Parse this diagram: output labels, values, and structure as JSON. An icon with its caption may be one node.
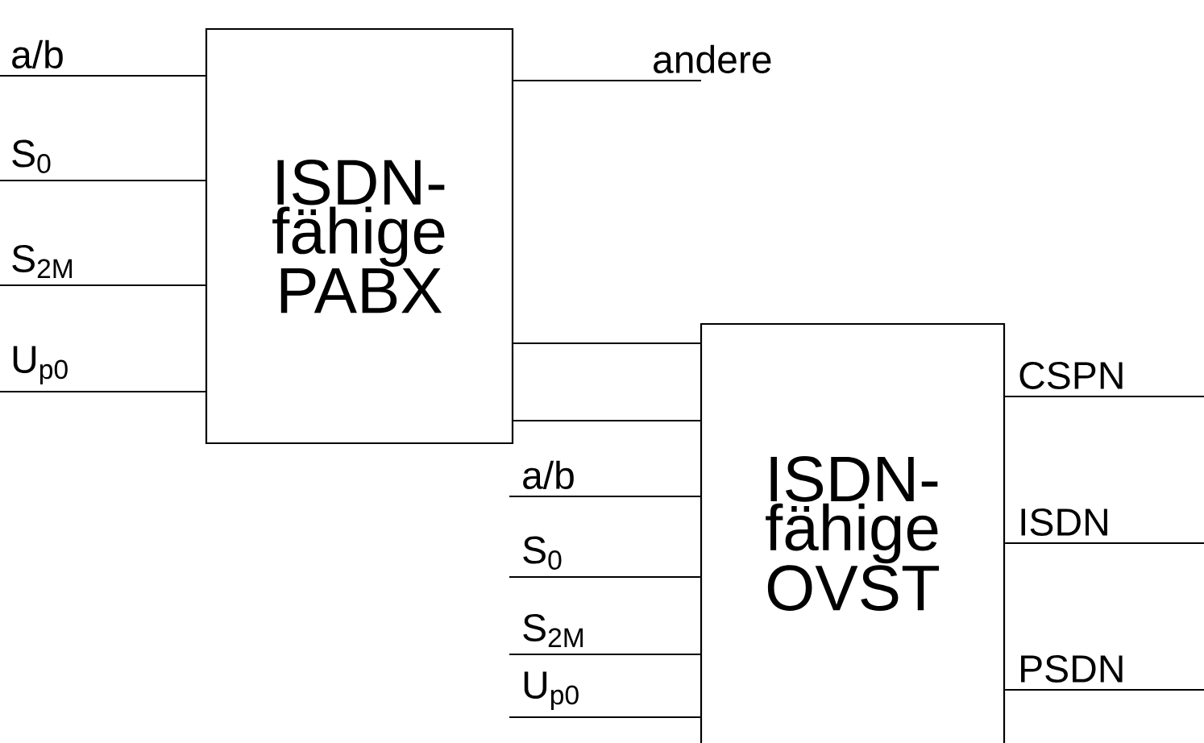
{
  "diagram": {
    "nodes": [
      {
        "text": [
          "ISDN- fähige PABX"
        ]
      },
      {
        "text": [
          "ISDN- fähige OVST"
        ]
      }
    ],
    "edges": [
      {
        "from": null,
        "to": 0,
        "arrow": "none",
        "label": "a/b"
      },
      {
        "from": null,
        "to": 0,
        "arrow": "none",
        "label": "S$_{0}$"
      },
      {
        "from": null,
        "to": 0,
        "arrow": "none",
        "label": "S$_{2M}$"
      },
      {
        "from": null,
        "to": 0,
        "arrow": "none",
        "label": "U$_{p0}$"
      },
      {
        "from": 0,
        "to": null,
        "arrow": "none",
        "label": "andere"
      },
      {
        "from": 0,
        "to": 1,
        "arrow": "none"
      },
      {
        "from": 0,
        "to": 1,
        "arrow": "none"
      },
      {
        "from": null,
        "to": 1,
        "arrow": "none",
        "label": "a/b"
      },
      {
        "from": null,
        "to": 1,
        "arrow": "none",
        "label": "S$_{0}$"
      },
      {
        "from": null,
        "to": 1,
        "arrow": "none",
        "label": "S$_{2M}$"
      },
      {
        "from": null,
        "to": 1,
        "arrow": "none",
        "label": "U$_{p0}$"
      },
      {
        "from": 1,
        "to": null,
        "arrow": "none",
        "label": "CSPN"
      },
      {
        "from": 1,
        "to": null,
        "arrow": "none",
        "label": "ISDN"
      },
      {
        "from": 1,
        "to": null,
        "arrow": "none",
        "label": "PSDN"
      }
    ]
  }
}
